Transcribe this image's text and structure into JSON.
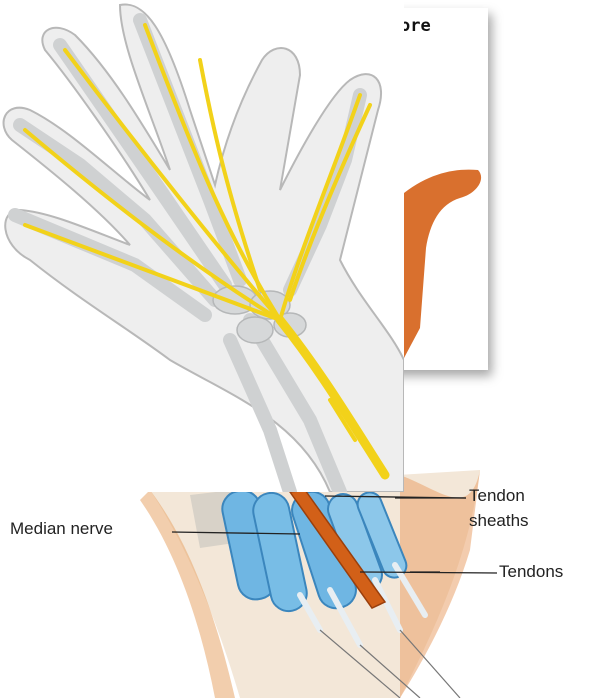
{
  "back_card": {
    "title_fragment": "ore"
  },
  "labels": {
    "median_nerve": "Median nerve",
    "tendon_sheaths_line1": "Tendon",
    "tendon_sheaths_line2": "sheaths",
    "tendons": "Tendons"
  },
  "colors": {
    "nerve": "#f2d21a",
    "bone": "#c9cbcc",
    "skin": "#f1ebe4",
    "tendon_sheath": "#6fb6e3",
    "tissue_orange": "#d96a2a",
    "label_text": "#222222"
  }
}
